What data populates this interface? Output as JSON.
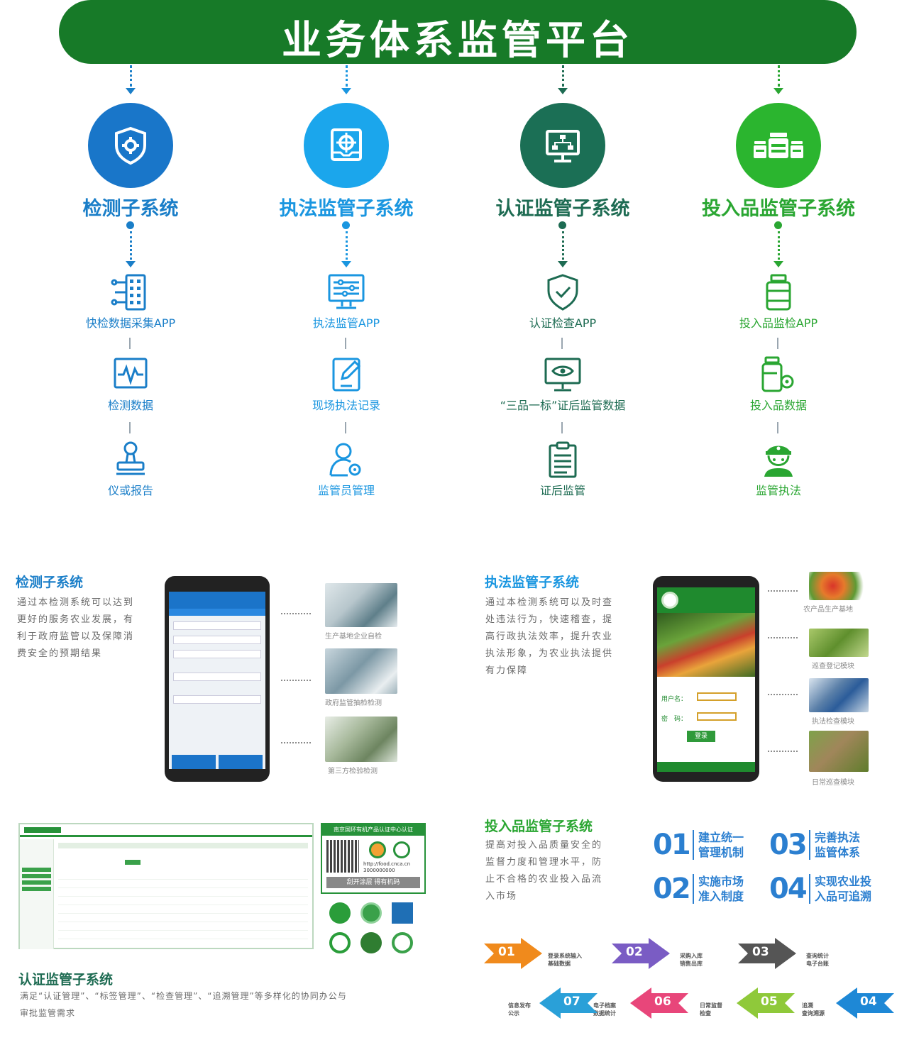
{
  "banner": {
    "title": "业务体系监管平台"
  },
  "columns": [
    {
      "title": "检测子系统",
      "color": "#1a7ec8",
      "circle": "#1976c9",
      "items": [
        "快检数据采集APP",
        "检测数据",
        "仪或报告"
      ]
    },
    {
      "title": "执法监管子系统",
      "color": "#1a96e0",
      "circle": "#1ba6ec",
      "items": [
        "执法监管APP",
        "现场执法记录",
        "监管员管理"
      ]
    },
    {
      "title": "认证监管子系统",
      "color": "#1d6b52",
      "circle": "#1b6f55",
      "items": [
        "认证检查APP",
        "“三品一标”证后监管数据",
        "证后监管"
      ]
    },
    {
      "title": "投入品监管子系统",
      "color": "#2aa632",
      "circle": "#2bb52f",
      "items": [
        "投入品监检APP",
        "投入品数据",
        "监管执法"
      ]
    }
  ],
  "detect": {
    "title": "检测子系统",
    "text": [
      "通过本检测系统可以达到",
      "更好的服务农业发展，有",
      "利于政府监管以及保障消",
      "费安全的预期结果"
    ],
    "captions": [
      "生产基地企业自检",
      "政府监管抽检检测",
      "第三方检验检测"
    ]
  },
  "enforce": {
    "title": "执法监管子系统",
    "text": [
      "通过本检测系统可以及时查",
      "处违法行为，快速稽查，提",
      "高行政执法效率，提升农业",
      "执法形象，为农业执法提供",
      "有力保障"
    ],
    "captions": [
      "农产品生产基地",
      "巡查登记模块",
      "执法检查模块",
      "日常巡查模块"
    ],
    "login_user": "用户名：",
    "login_pass": "密　码：",
    "login_btn": "登录"
  },
  "inputs": {
    "title": "投入品监管子系统",
    "text": [
      "提高对投入品质量安全的",
      "监督力度和管理水平，防",
      "止不合格的农业投入品流",
      "入市场"
    ],
    "badges": [
      {
        "num": "01",
        "text": [
          "建立统一",
          "管理机制"
        ]
      },
      {
        "num": "03",
        "text": [
          "完善执法",
          "监管体系"
        ]
      },
      {
        "num": "02",
        "text": [
          "实施市场",
          "准入制度"
        ]
      },
      {
        "num": "04",
        "text": [
          "实现农业投",
          "入品可追溯"
        ]
      }
    ],
    "steps": [
      {
        "num": "01",
        "color": "#f08a1c",
        "cap": [
          "登录系统输入",
          "基础数据"
        ]
      },
      {
        "num": "02",
        "color": "#7a5cc4",
        "cap": [
          "采购入库",
          "销售出库"
        ]
      },
      {
        "num": "03",
        "color": "#555555",
        "cap": [
          "查询统计",
          "电子台账"
        ]
      },
      {
        "num": "04",
        "color": "#1e88d6",
        "cap": [
          "追溯",
          "查询溯源"
        ]
      },
      {
        "num": "05",
        "color": "#8fc93a",
        "cap": [
          "日常监督",
          "检查"
        ]
      },
      {
        "num": "06",
        "color": "#e8467a",
        "cap": [
          "电子档案",
          "数据统计"
        ]
      },
      {
        "num": "07",
        "color": "#2aa0d8",
        "cap": [
          "信息发布",
          "公示"
        ]
      }
    ]
  },
  "cert": {
    "title": "认证监管子系统",
    "text": [
      "满足“认证管理”、“标签管理”、“检查管理”、“追溯管理”等多样化的协同办公与",
      "审批监管需求"
    ],
    "label_title": "南京国环有机产品认证中心认证",
    "label_url": "http://food.cnca.cn",
    "label_code": "3000000000",
    "label_bottom": "刮开涂层 得有机码"
  }
}
